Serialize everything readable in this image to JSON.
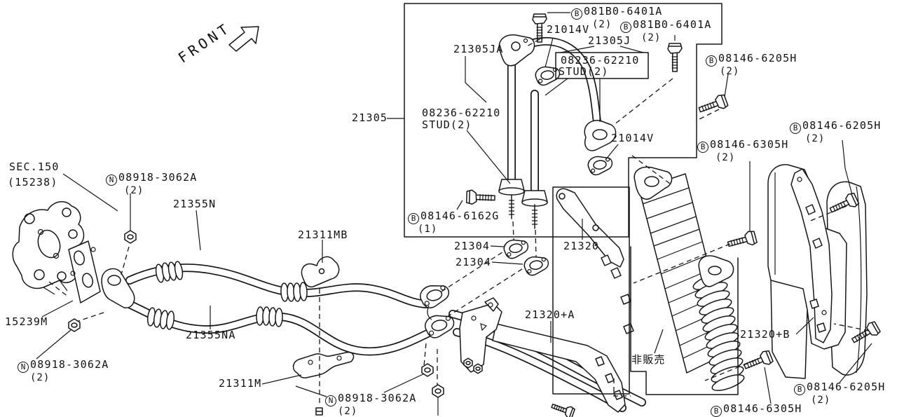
{
  "labels": [
    {
      "name": "front-indicator",
      "text": "FRONT"
    },
    {
      "name": "bolt-081b0-6401a-1",
      "prefix": "B",
      "text": "081B0-6401A",
      "qty": "(2)"
    },
    {
      "name": "bolt-081b0-6401a-2",
      "prefix": "B",
      "text": "081B0-6401A",
      "qty": "(2)"
    },
    {
      "name": "part-21014v-1",
      "text": "21014V"
    },
    {
      "name": "part-21305j",
      "text": "21305J"
    },
    {
      "name": "stud-08236-62210-right",
      "text": "08236-62210"
    },
    {
      "name": "stud-08236-62210-right-line2",
      "text": "STUD(2)"
    },
    {
      "name": "part-21305ja",
      "text": "21305JA"
    },
    {
      "name": "bolt-08146-6205h-1",
      "prefix": "B",
      "text": "08146-6205H",
      "qty": "(2)"
    },
    {
      "name": "part-21305",
      "text": "21305"
    },
    {
      "name": "stud-08236-62210-left",
      "text": "08236-62210"
    },
    {
      "name": "stud-08236-62210-left-line2",
      "text": "STUD(2)"
    },
    {
      "name": "bolt-08146-6205h-2",
      "prefix": "B",
      "text": "08146-6205H",
      "qty": "(2)"
    },
    {
      "name": "part-21014v-2",
      "text": "21014V"
    },
    {
      "name": "bolt-08146-6305h-1",
      "prefix": "B",
      "text": "08146-6305H",
      "qty": "(2)"
    },
    {
      "name": "section-ref",
      "text": "SEC.150"
    },
    {
      "name": "section-ref-part",
      "text": "(15238)"
    },
    {
      "name": "nut-08918-3062a-1",
      "prefix": "N",
      "text": "08918-3062A",
      "qty": "(2)"
    },
    {
      "name": "part-21355n",
      "text": "21355N"
    },
    {
      "name": "bolt-08146-6162g",
      "prefix": "B",
      "text": "08146-6162G",
      "qty": "(1)"
    },
    {
      "name": "part-21311mb",
      "text": "21311MB"
    },
    {
      "name": "part-21304-1",
      "text": "21304"
    },
    {
      "name": "part-21320",
      "text": "21320"
    },
    {
      "name": "part-21304-2",
      "text": "21304"
    },
    {
      "name": "part-21320-a",
      "text": "21320+A"
    },
    {
      "name": "part-15239m",
      "text": "15239M"
    },
    {
      "name": "part-21355na",
      "text": "21355NA"
    },
    {
      "name": "part-21320-b",
      "text": "21320+B"
    },
    {
      "name": "not-for-sale-note",
      "text": "非販売"
    },
    {
      "name": "nut-08918-3062a-2",
      "prefix": "N",
      "text": "08918-3062A",
      "qty": "(2)"
    },
    {
      "name": "part-21311m",
      "text": "21311M"
    },
    {
      "name": "bolt-08146-6205h-3",
      "prefix": "B",
      "text": "08146-6205H",
      "qty": "(2)"
    },
    {
      "name": "nut-08918-3062a-3",
      "prefix": "N",
      "text": "08918-3062A",
      "qty": "(2)"
    },
    {
      "name": "bolt-08146-6305h-2",
      "prefix": "B",
      "text": "08146-6305H"
    }
  ]
}
